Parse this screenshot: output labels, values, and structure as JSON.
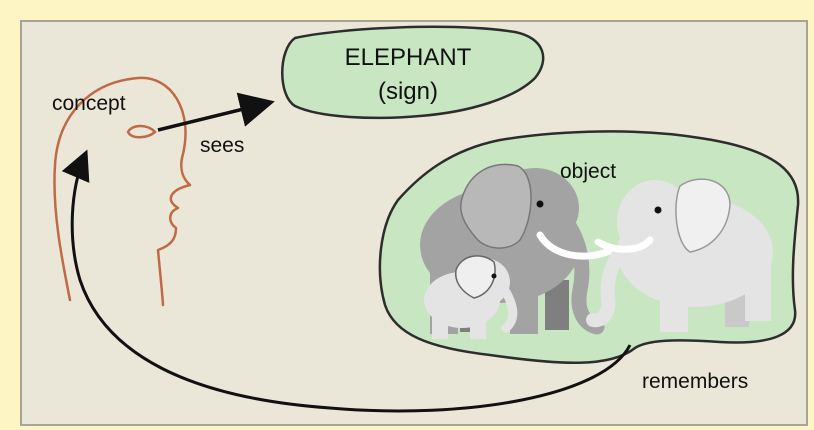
{
  "labels": {
    "concept": "concept",
    "sees": "sees",
    "sign_word": "ELEPHANT",
    "sign_type": "(sign)",
    "object": "object",
    "remembers": "remembers"
  },
  "colors": {
    "page_background": "#fdf6c4",
    "panel_background": "#ebe7d8",
    "panel_border": "#a7a494",
    "head_outline": "#c06a45",
    "blob_fill": "#c8e6c2",
    "blob_outline": "#2d2d2d",
    "arrow": "#111111",
    "elephant_dark": "#a3a3a3",
    "elephant_light": "#e4e4e4",
    "tusk": "#ffffff"
  },
  "icons": {
    "head": "human-head-profile-icon",
    "elephants": "elephant-family-icon"
  }
}
